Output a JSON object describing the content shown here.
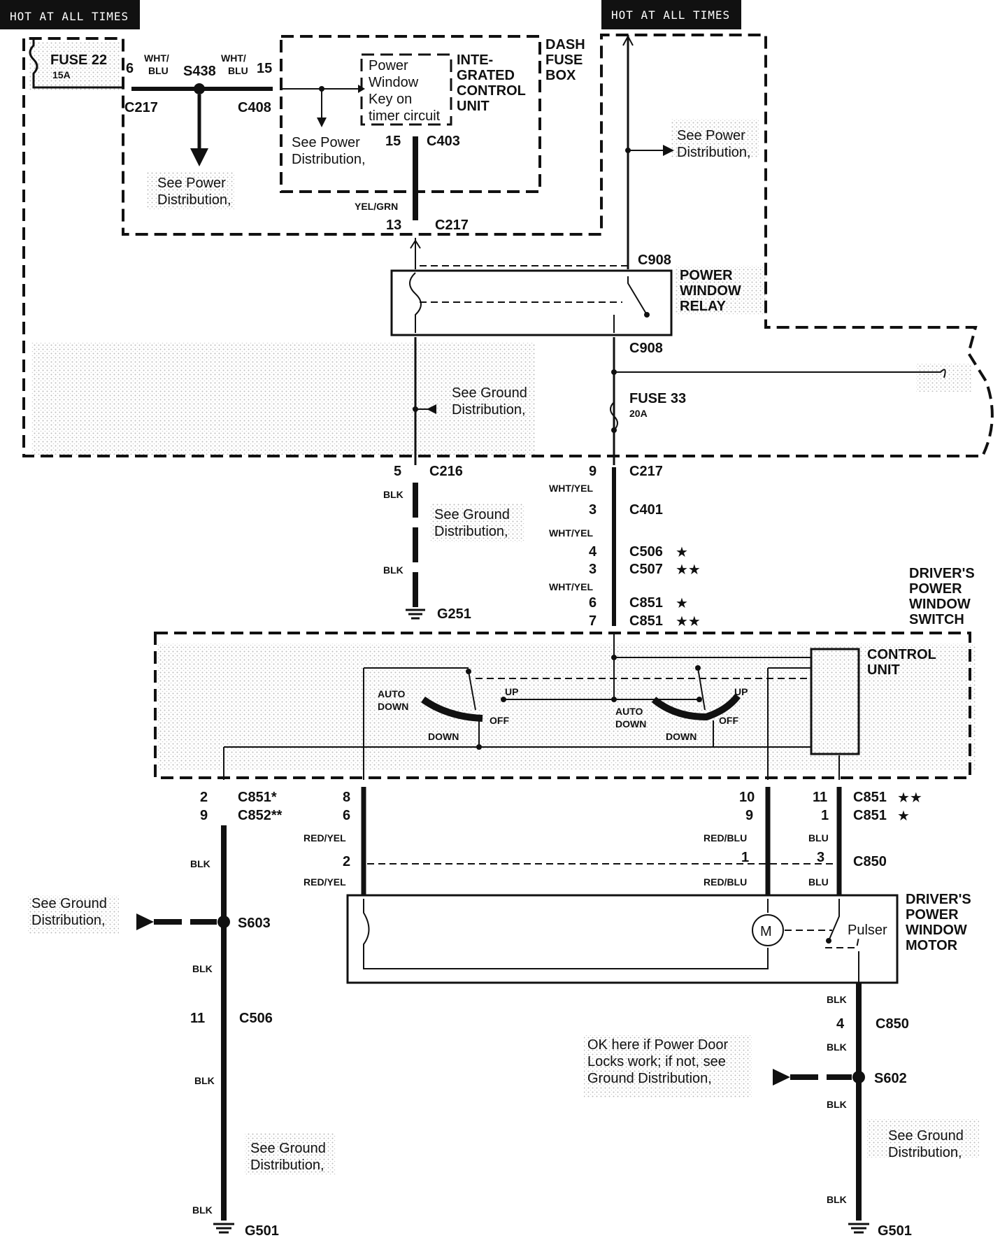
{
  "header_left": "HOT AT ALL TIMES",
  "header_right": "HOT AT ALL TIMES",
  "fuse22": {
    "name": "FUSE 22",
    "rating": "15A"
  },
  "fuse33": {
    "name": "FUSE 33",
    "rating": "20A"
  },
  "dash_fuse_box": [
    "DASH",
    "FUSE",
    "BOX"
  ],
  "icu": [
    "INTE-",
    "GRATED",
    "CONTROL",
    "UNIT"
  ],
  "timer": [
    "Power",
    "Window",
    "Key on",
    "timer circuit"
  ],
  "relay": [
    "POWER",
    "WINDOW",
    "RELAY"
  ],
  "switch_title": [
    "DRIVER'S",
    "POWER",
    "WINDOW",
    "SWITCH"
  ],
  "motor_title": [
    "DRIVER'S",
    "POWER",
    "WINDOW",
    "MOTOR"
  ],
  "control_unit": [
    "CONTROL",
    "UNIT"
  ],
  "pulser": "Pulser",
  "motor_symbol": "M",
  "splice": {
    "s438": "S438",
    "s603": "S603",
    "s602": "S602"
  },
  "grounds": {
    "g251": "G251",
    "g501_left": "G501",
    "g501_right": "G501"
  },
  "wires": {
    "wht_blu_a": [
      "WHT/",
      "BLU"
    ],
    "wht_blu_b": [
      "WHT/",
      "BLU"
    ],
    "yel_grn": "YEL/GRN",
    "blk_1": "BLK",
    "blk_2": "BLK",
    "wht_yel_1": "WHT/YEL",
    "wht_yel_2": "WHT/YEL",
    "wht_yel_3": "WHT/YEL",
    "red_yel_1": "RED/YEL",
    "red_yel_2": "RED/YEL",
    "red_blu_1": "RED/BLU",
    "red_blu_2": "RED/BLU",
    "blu_1": "BLU",
    "blu_2": "BLU",
    "blk_l1": "BLK",
    "blk_l2": "BLK",
    "blk_l3": "BLK",
    "blk_l4": "BLK",
    "blk_r1": "BLK",
    "blk_r2": "BLK",
    "blk_r3": "BLK",
    "blk_r4": "BLK"
  },
  "connectors": {
    "c217_a": "C217",
    "c408": "C408",
    "c403": "C403",
    "c217_b": "C217",
    "c908_a": "C908",
    "c908_b": "C908",
    "c216": "C216",
    "c217_c": "C217",
    "c401": "C401",
    "c506_a": "C506",
    "c507": "C507",
    "c851_a": "C851",
    "c851_b": "C851",
    "c851_2": "C851*",
    "c852": "C852**",
    "c851_11": "C851",
    "c851_1": "C851",
    "c850_a": "C850",
    "c506_b": "C506",
    "c850_b": "C850"
  },
  "stars": {
    "c506": "★",
    "c507": "★★",
    "c851a": "★",
    "c851b": "★★",
    "c851_11": "★★",
    "c851_1": "★"
  },
  "pins": {
    "p6": "6",
    "p15": "15",
    "p15b": "15",
    "p13": "13",
    "p5": "5",
    "p9": "9",
    "p3a": "3",
    "p4a": "4",
    "p3b": "3",
    "p6b": "6",
    "p7": "7",
    "p2": "2",
    "p9b": "9",
    "p8": "8",
    "p6c": "6",
    "p10": "10",
    "p9c": "9",
    "p11": "11",
    "p1": "1",
    "p2b": "2",
    "p1b": "1",
    "p3c": "3",
    "p11b": "11",
    "p4b": "4"
  },
  "switch_pos": {
    "auto_down_l": [
      "AUTO",
      "DOWN"
    ],
    "down_l": "DOWN",
    "off_l": "OFF",
    "up_l": "UP",
    "auto_down_r": [
      "AUTO",
      "DOWN"
    ],
    "down_r": "DOWN",
    "off_r": "OFF",
    "up_r": "UP"
  },
  "notes": {
    "see_power_1": [
      "See Power",
      "Distribution,"
    ],
    "see_power_2": [
      "See Power",
      "Distribution,"
    ],
    "see_power_3": [
      "See Power",
      "Distribution,"
    ],
    "see_ground_1": [
      "See Ground",
      "Distribution,"
    ],
    "see_ground_2": [
      "See Ground",
      "Distribution,"
    ],
    "see_ground_3": [
      "See Ground",
      "Distribution,"
    ],
    "see_ground_4": [
      "See Ground",
      "Distribution,"
    ],
    "see_ground_5": [
      "See Ground",
      "Distribution,"
    ],
    "ok_here": [
      "OK here if Power Door",
      "Locks work; if not, see",
      "Ground Distribution,"
    ]
  }
}
